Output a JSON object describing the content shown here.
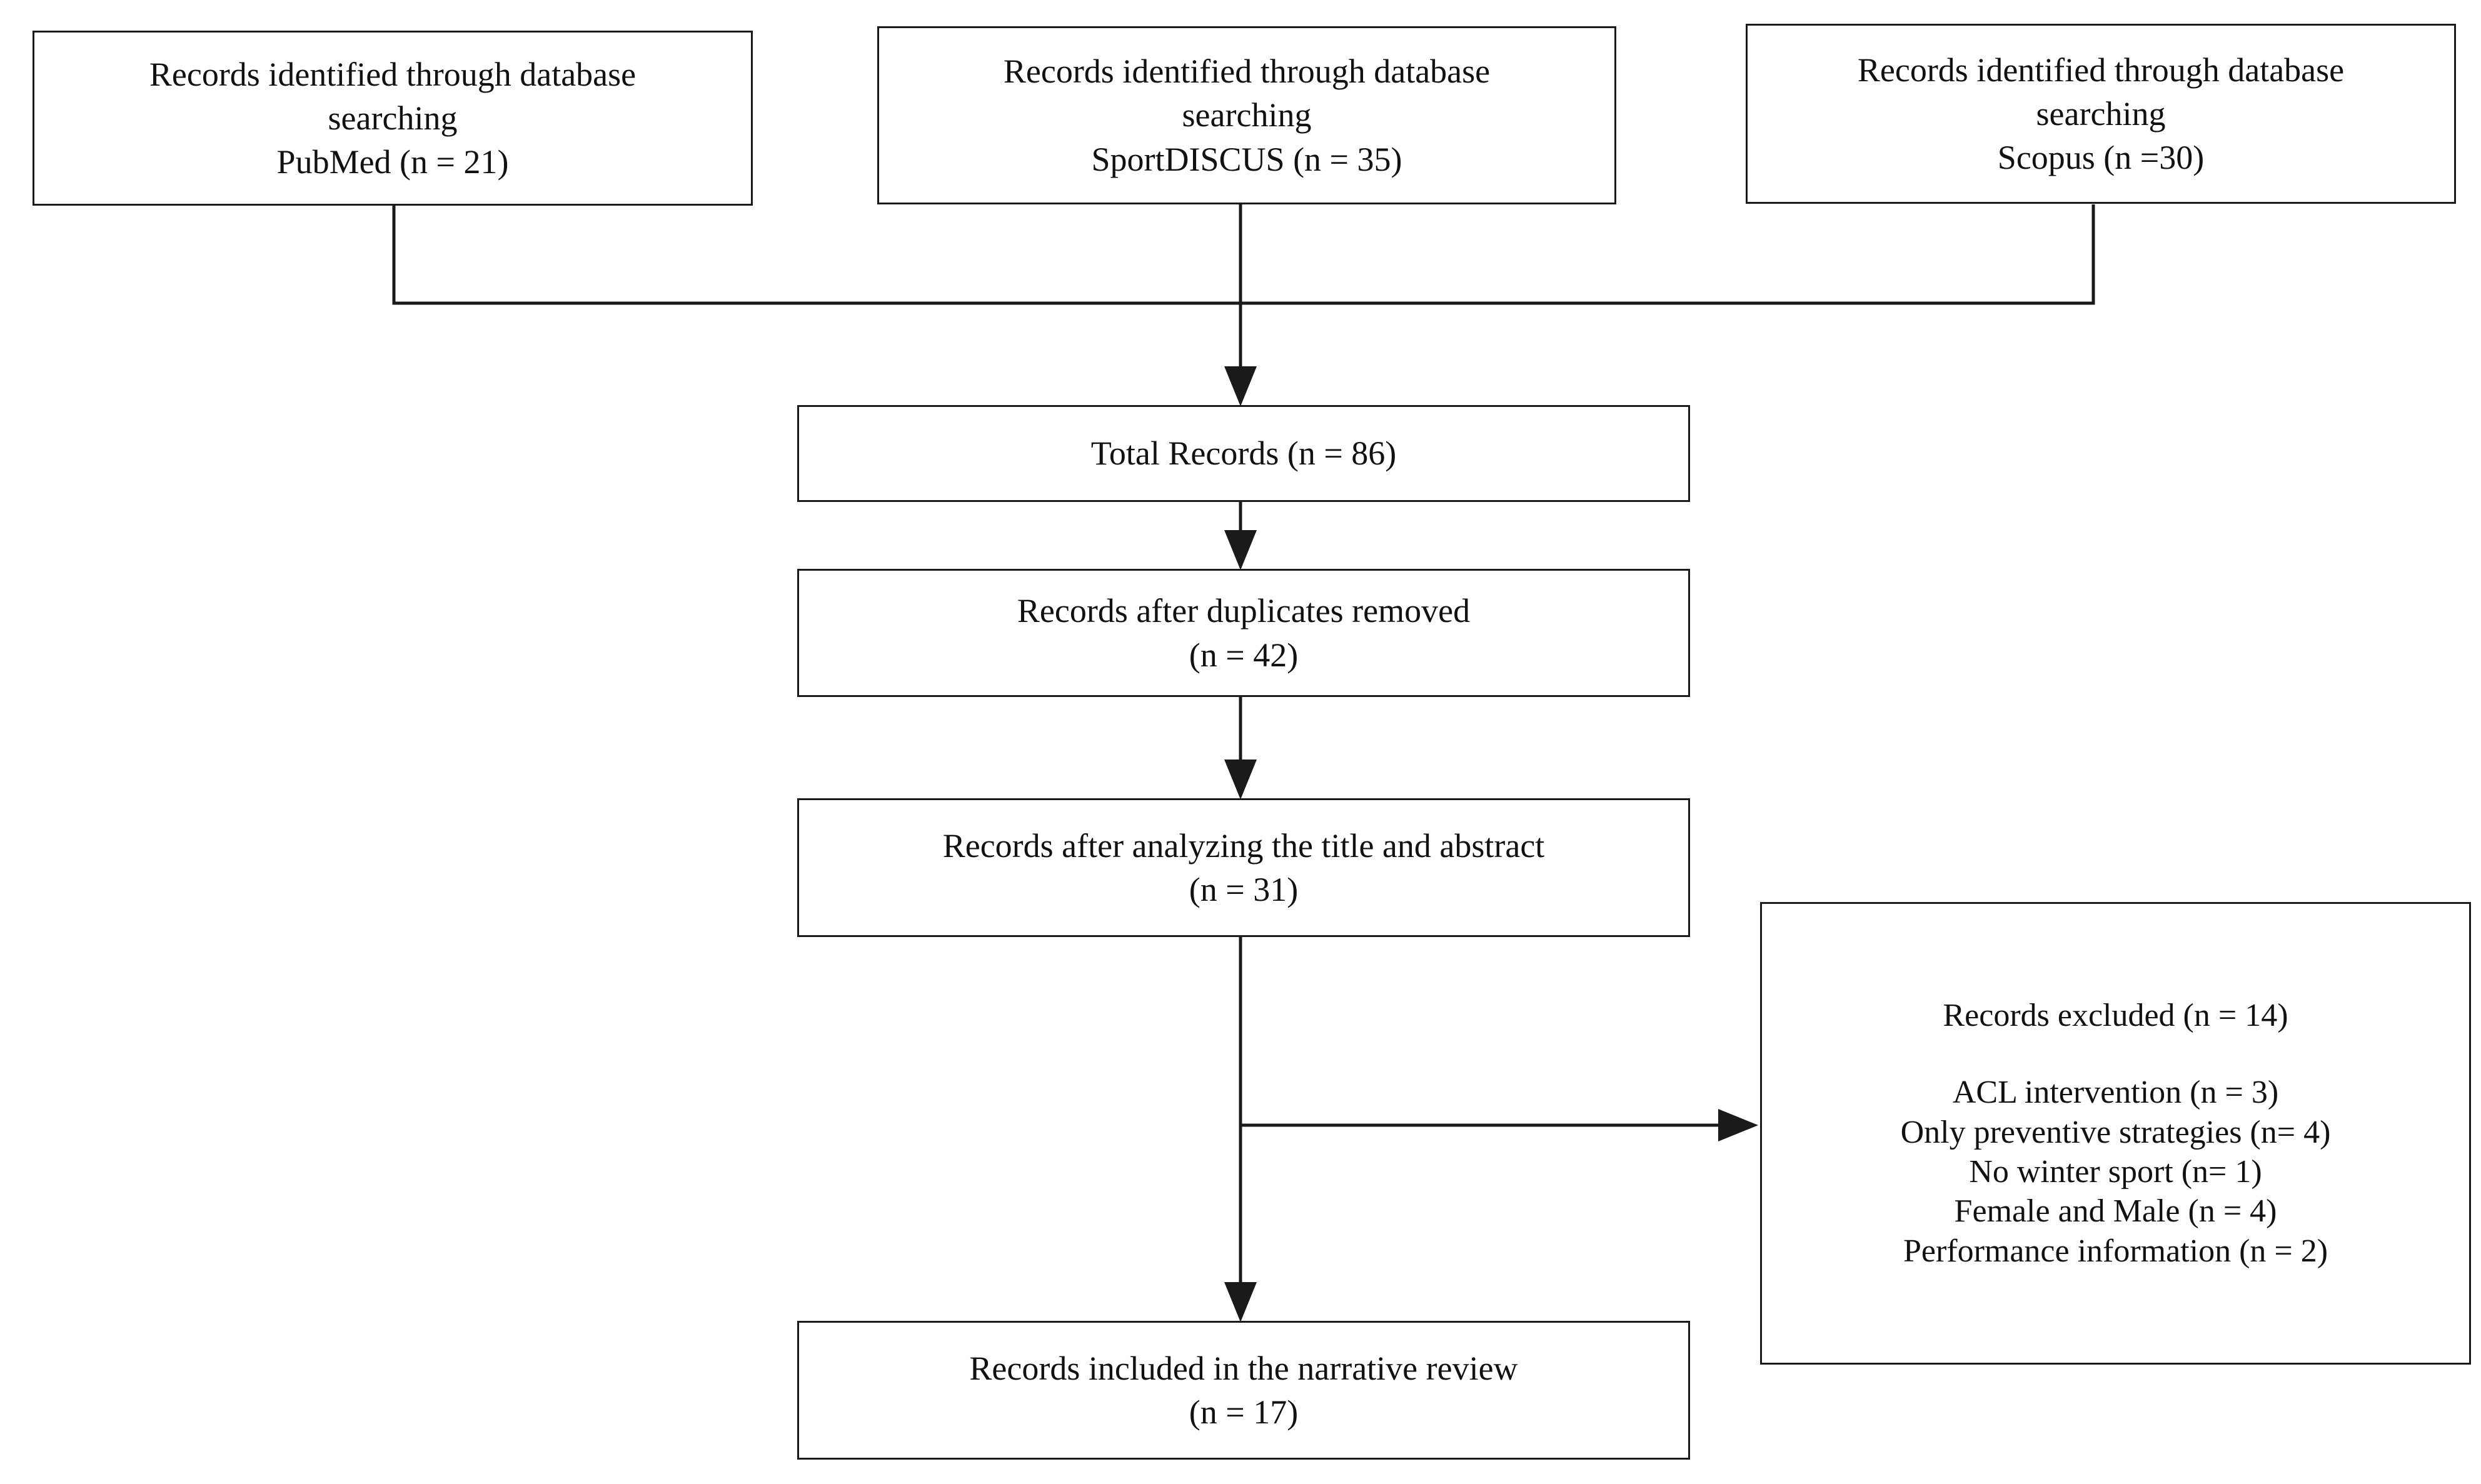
{
  "diagram": {
    "type": "prisma-flow-diagram",
    "title": "PRISMA records selection flow",
    "background_color": "#ffffff",
    "line_color": "#1a1a1a",
    "text_color": "#111111"
  },
  "sources": [
    {
      "id": "pubmed",
      "line1": "Records identified through database",
      "line2": "searching",
      "line3": "PubMed (n = 21)",
      "database": "PubMed",
      "count": 21
    },
    {
      "id": "sportdiscus",
      "line1": "Records identified through database",
      "line2": "searching",
      "line3": "SportDISCUS  (n = 35)",
      "database": "SportDISCUS",
      "count": 35
    },
    {
      "id": "scopus",
      "line1": "Records identified through database",
      "line2": "searching",
      "line3": "Scopus (n =30)",
      "database": "Scopus",
      "count": 30
    }
  ],
  "stages": {
    "total": {
      "line1": "Total Records (n = 86)",
      "count": 86
    },
    "duplicates_removed": {
      "line1": "Records after duplicates removed",
      "line2": "(n = 42)",
      "count": 42
    },
    "title_abstract": {
      "line1": "Records after analyzing the title and abstract",
      "line2": "(n = 31)",
      "count": 31
    },
    "included": {
      "line1": "Records included in the narrative review",
      "line2": "(n = 17)",
      "count": 17
    }
  },
  "excluded": {
    "heading": "Records excluded (n = 14)",
    "total": 14,
    "reasons": [
      {
        "label": "ACL intervention (n = 3)",
        "reason": "ACL intervention",
        "count": 3
      },
      {
        "label": "Only preventive strategies (n= 4)",
        "reason": "Only preventive strategies",
        "count": 4
      },
      {
        "label": "No winter sport (n= 1)",
        "reason": "No winter sport",
        "count": 1
      },
      {
        "label": "Female and Male (n = 4)",
        "reason": "Female and Male",
        "count": 4
      },
      {
        "label": "Performance information (n = 2)",
        "reason": "Performance information",
        "count": 2
      }
    ]
  }
}
